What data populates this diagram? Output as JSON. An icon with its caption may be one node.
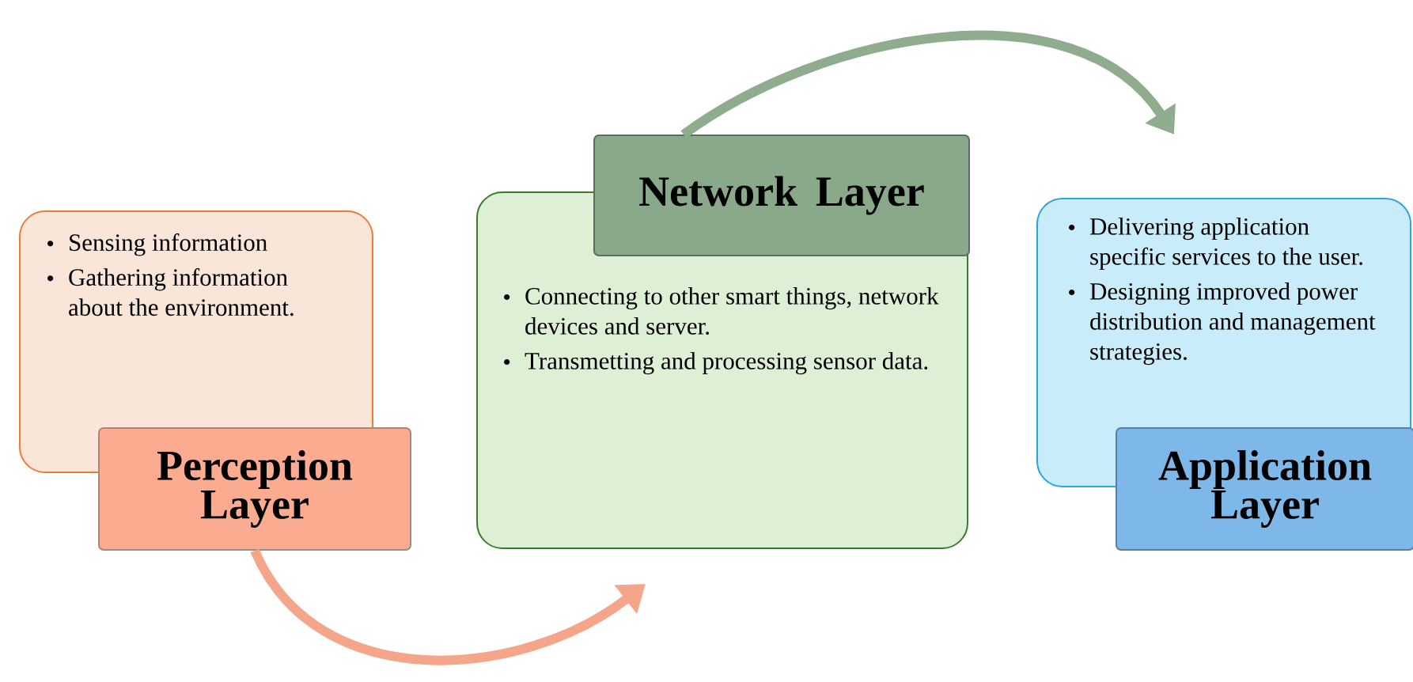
{
  "diagram": {
    "nodes": [
      {
        "text": [
          "Sensing information",
          "Gathering information about the environment."
        ]
      },
      {
        "text": [
          "Perception Layer"
        ]
      },
      {
        "text": [
          "Connecting to other smart things, network devices and server.",
          "Transmetting and processing sensor data."
        ]
      },
      {
        "text": [
          "Network Layer"
        ]
      },
      {
        "text": [
          "Delivering application specific services to the user.",
          "Designing improved power distribution and management strategies."
        ]
      },
      {
        "text": [
          "Application Layer"
        ]
      }
    ],
    "edges": [
      {
        "from": 1,
        "to": 2,
        "arrow": "to",
        "color": "#f4a58a"
      },
      {
        "from": 3,
        "to": 4,
        "arrow": "to",
        "color": "#8fac8f"
      }
    ]
  }
}
